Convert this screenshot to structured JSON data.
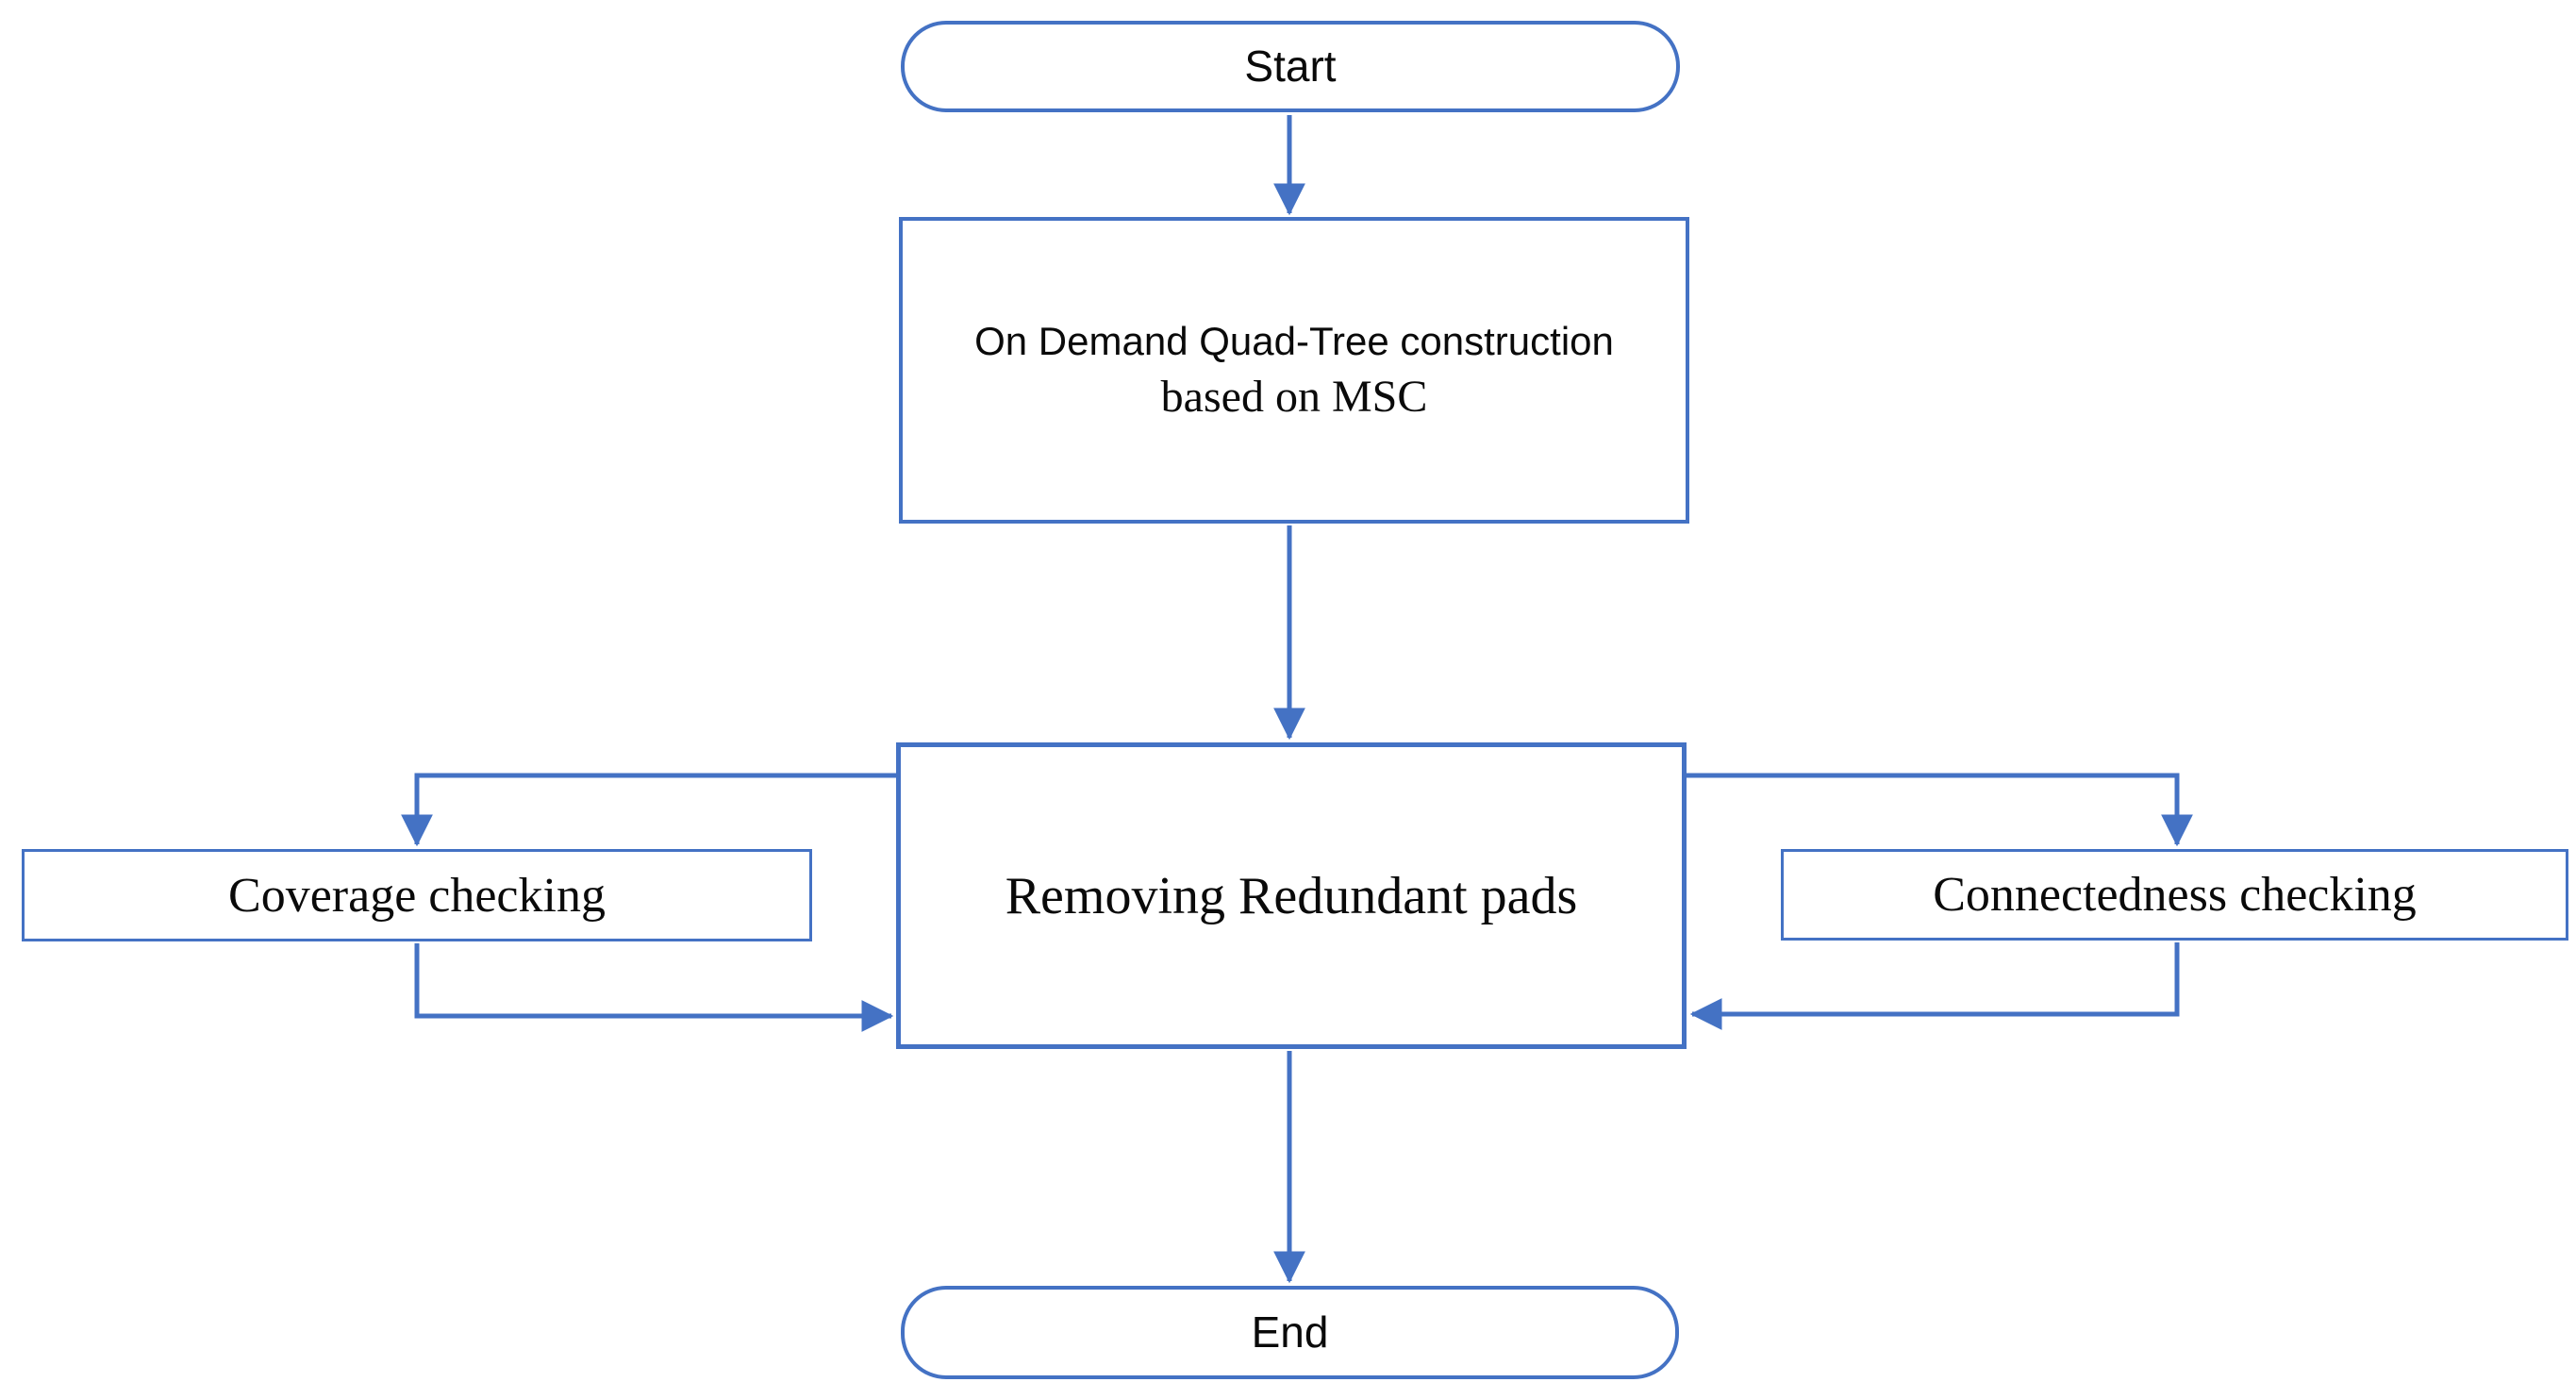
{
  "colors": {
    "accent": "#4472C4",
    "text": "#0A0A0A",
    "background": "#FFFFFF"
  },
  "diagram": {
    "type": "flowchart",
    "nodes": {
      "start": {
        "id": "start",
        "shape": "stadium",
        "label": "Start"
      },
      "construction": {
        "id": "construction",
        "shape": "rect",
        "line1": "On Demand Quad-Tree construction",
        "line2": "based on MSC"
      },
      "removing": {
        "id": "removing",
        "shape": "rect",
        "label": "Removing Redundant pads"
      },
      "coverage": {
        "id": "coverage",
        "shape": "rect",
        "label": "Coverage checking"
      },
      "connectedness": {
        "id": "connectedness",
        "shape": "rect",
        "label": "Connectedness checking"
      },
      "end": {
        "id": "end",
        "shape": "stadium",
        "label": "End"
      }
    },
    "edges": [
      {
        "from": "start",
        "to": "construction",
        "style": "straight-down"
      },
      {
        "from": "construction",
        "to": "removing",
        "style": "straight-down"
      },
      {
        "from": "removing",
        "to": "coverage",
        "style": "elbow-left-top"
      },
      {
        "from": "coverage",
        "to": "removing",
        "style": "elbow-left-bottom"
      },
      {
        "from": "removing",
        "to": "connectedness",
        "style": "elbow-right-top"
      },
      {
        "from": "connectedness",
        "to": "removing",
        "style": "elbow-right-bottom"
      },
      {
        "from": "removing",
        "to": "end",
        "style": "straight-down"
      }
    ]
  }
}
